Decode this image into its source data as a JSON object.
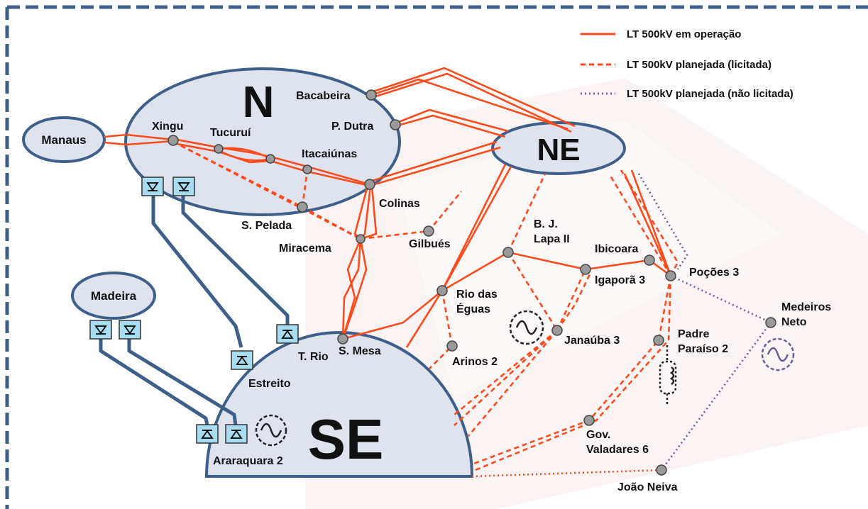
{
  "legend": {
    "operating": "LT 500kV em operação",
    "planned_bid": "LT 500kV planejada (licitada)",
    "planned_not_bid": "LT 500kV planejada (não licitada)"
  },
  "regions": {
    "north": "N",
    "northeast": "NE",
    "southeast": "SE",
    "manaus": "Manaus",
    "madeira": "Madeira"
  },
  "substations": {
    "xingu": "Xingu",
    "tucurui": "Tucuruí",
    "itacaiunas": "Itacaiúnas",
    "bacabeira": "Bacabeira",
    "p_dutra": "P. Dutra",
    "colinas": "Colinas",
    "s_pelada": "S. Pelada",
    "miracema": "Miracema",
    "gilbues": "Gilbués",
    "bj_lapa_1": "B. J.",
    "bj_lapa_2": "Lapa II",
    "ibicoara": "Ibicoara",
    "igapora": "Igaporã 3",
    "pocoes": "Poções 3",
    "rio_das_eguas_1": "Rio das",
    "rio_das_eguas_2": "Éguas",
    "janauba": "Janaúba 3",
    "padre_paraiso_1": "Padre",
    "padre_paraiso_2": "Paraíso 2",
    "medeiros_neto_1": "Medeiros",
    "medeiros_neto_2": "Neto",
    "arinos": "Arinos 2",
    "s_mesa": "S. Mesa",
    "t_rio": "T. Rio",
    "estreito": "Estreito",
    "araraquara": "Araraquara 2",
    "gov_valadares_1": "Gov.",
    "gov_valadares_2": "Valadares 6",
    "joao_neiva": "João Neiva"
  },
  "colors": {
    "operating_line": "#ff4a1c",
    "hvdc_line": "#3e5f8a",
    "not_bid_line": "#7060a0",
    "region_fill": "#dfe3ee",
    "region_stroke": "#3e5f8a",
    "frame": "#3e5f8a",
    "converter_fill": "#a8dcf0",
    "node_fill": "#9a9a9a"
  },
  "icons": [
    "generator-icon",
    "converter-rectifier-icon",
    "converter-inverter-icon",
    "transformer-icon"
  ]
}
